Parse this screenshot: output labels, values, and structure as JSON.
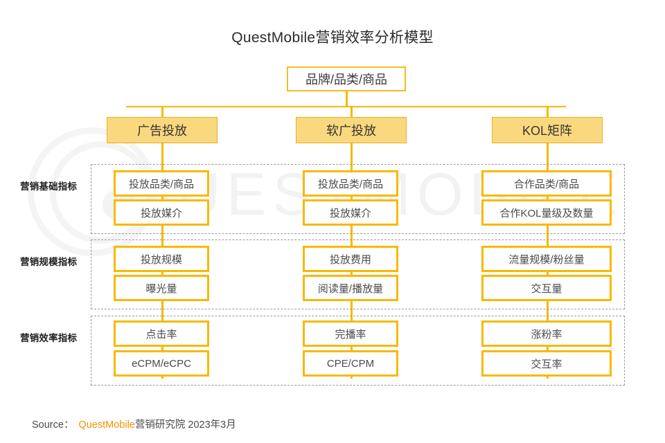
{
  "title": "QuestMobile营销效率分析模型",
  "colors": {
    "accent": "#F7B900",
    "category_fill": "#FAD97E",
    "category_border": "#EBAE1E",
    "root_border": "#F6BC1C",
    "brand_orange": "#F39200",
    "dashed_gray": "#9A9A9A",
    "text_dark": "#3A3A3A"
  },
  "root": {
    "label": "品牌/品类/商品"
  },
  "categories": [
    {
      "label": "广告投放"
    },
    {
      "label": "软广投放"
    },
    {
      "label": "KOL矩阵"
    }
  ],
  "row_labels": [
    "营销基础指标",
    "营销规模指标",
    "营销效率指标"
  ],
  "rows": [
    {
      "name": "营销基础指标",
      "cells": [
        [
          "投放品类/商品",
          "投放媒介"
        ],
        [
          "投放品类/商品",
          "投放媒介"
        ],
        [
          "合作品类/商品",
          "合作KOL量级及数量"
        ]
      ]
    },
    {
      "name": "营销规模指标",
      "cells": [
        [
          "投放规模",
          "曝光量"
        ],
        [
          "投放费用",
          "阅读量/播放量"
        ],
        [
          "流量规模/粉丝量",
          "交互量"
        ]
      ]
    },
    {
      "name": "营销效率指标",
      "cells": [
        [
          "点击率",
          "eCPM/eCPC"
        ],
        [
          "完播率",
          "CPE/CPM"
        ],
        [
          "涨粉率",
          "交互率"
        ]
      ]
    }
  ],
  "watermark": {
    "text": "QUESTMOBILE"
  },
  "source": {
    "prefix": "Source：",
    "brand": "QuestMobile",
    "suffix": "营销研究院 2023年3月"
  }
}
